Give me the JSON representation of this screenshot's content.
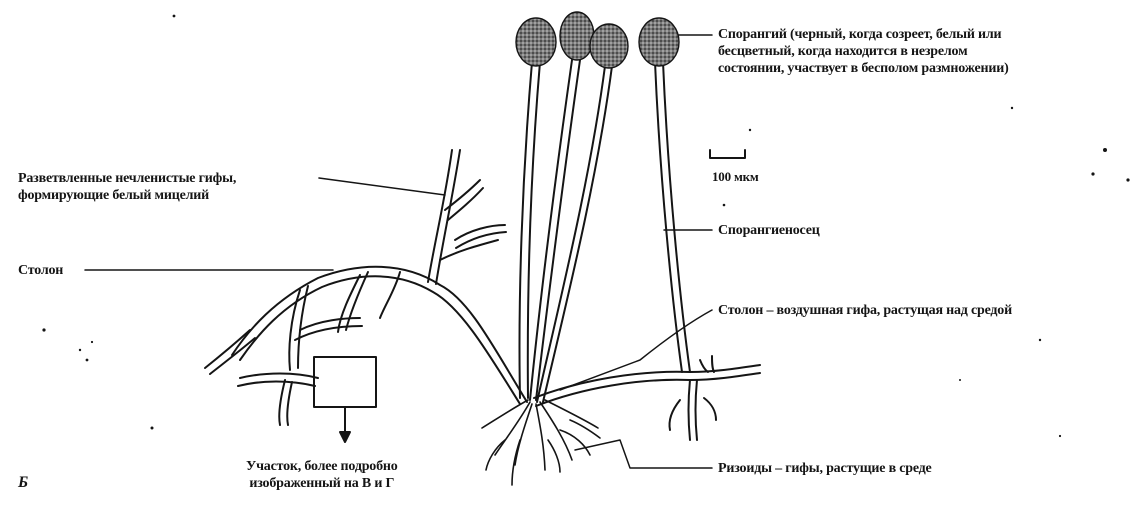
{
  "labels": {
    "sporangium": {
      "lines": [
        "Спорангий (черный, когда созреет, белый или",
        "бесцветный, когда находится в незрелом",
        "состоянии, участвует в бесполом размножении)"
      ]
    },
    "scale": "100 мкм",
    "hyphae": {
      "lines": [
        "Разветвленные нечленистые гифы,",
        "формирующие белый мицелий"
      ]
    },
    "stolon_left": "Столон",
    "sporangiophore": "Спорангиеносец",
    "stolon_right": "Столон – воздушная гифа, растущая над средой",
    "rhizoids": "Ризоиды – гифы, растущие в среде",
    "section": {
      "lines": [
        "Участок, более подробно",
        "изображенный на В и Г"
      ]
    },
    "panel_letter": "Б"
  },
  "colors": {
    "ink": "#151515",
    "sporangium_fill": "#555555",
    "paper": "#ffffff"
  }
}
